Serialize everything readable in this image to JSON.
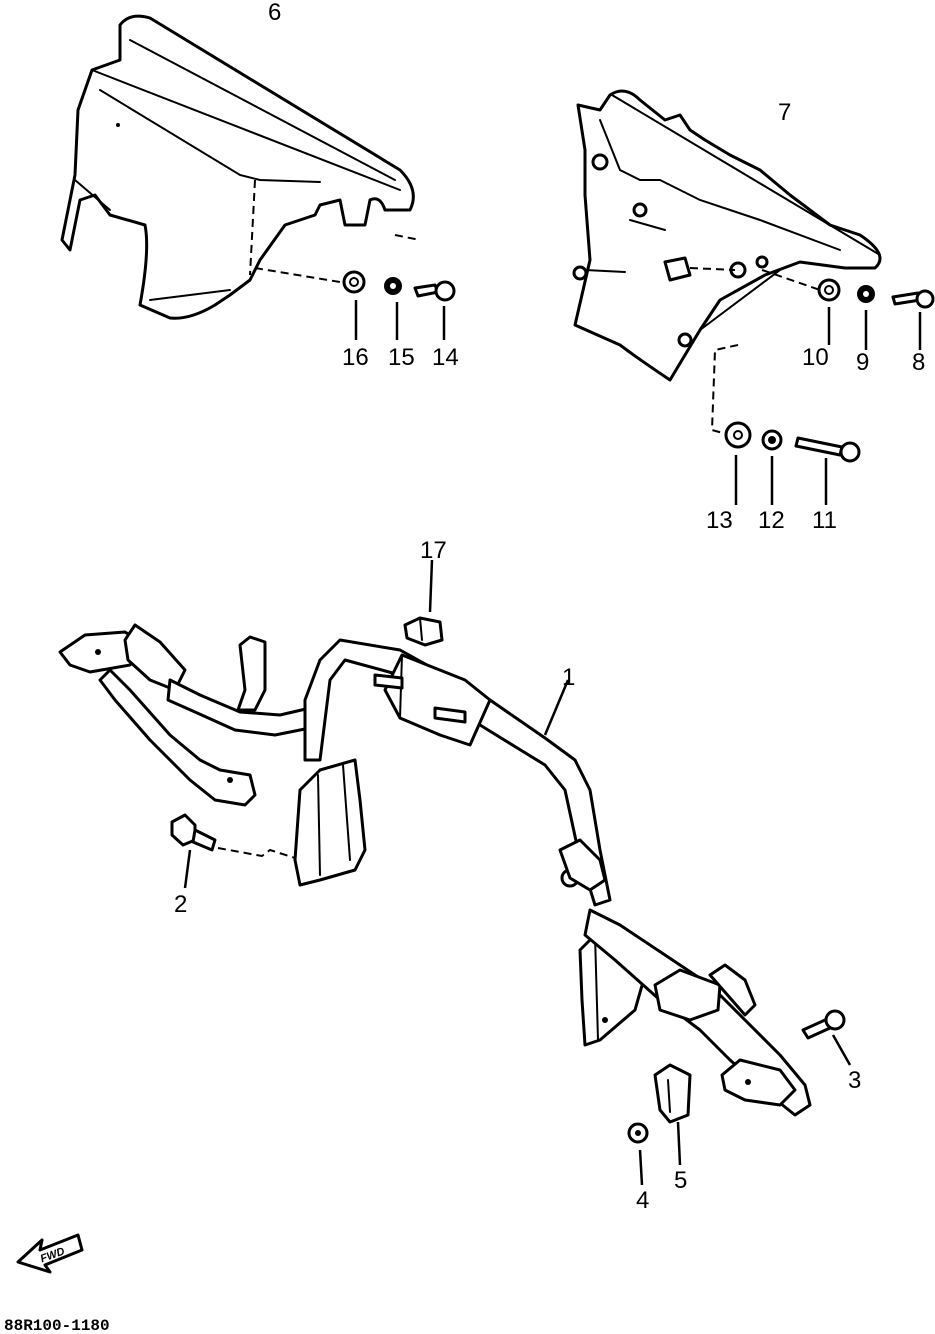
{
  "diagram": {
    "callouts": {
      "c1": "1",
      "c2": "2",
      "c3": "3",
      "c4": "4",
      "c5": "5",
      "c6": "6",
      "c7": "7",
      "c8": "8",
      "c9": "9",
      "c10": "10",
      "c11": "11",
      "c12": "12",
      "c13": "13",
      "c14": "14",
      "c15": "15",
      "c16": "16",
      "c17": "17"
    },
    "forward_arrow_label": "FWD",
    "drawing_code": "88R100-1180"
  }
}
